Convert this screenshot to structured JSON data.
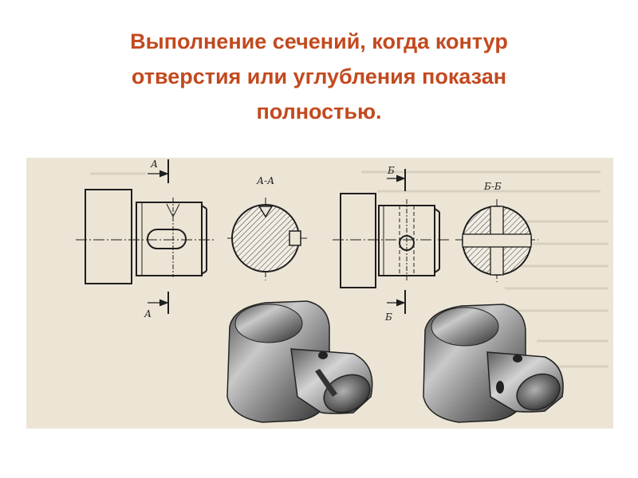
{
  "title": {
    "line1": "Выполнение сечений, когда контур",
    "line2": "отверстия или углубления показан",
    "line3": "полностью."
  },
  "figure": {
    "left_group": {
      "section_mark_top": "А",
      "section_mark_bottom": "А",
      "section_title": "А-А"
    },
    "right_group": {
      "section_mark_top": "Б",
      "section_mark_bottom": "Б",
      "section_title": "Б-Б"
    }
  },
  "colors": {
    "title": "#c24a1f",
    "paper": "#ece5d6",
    "ink": "#1e1e1e"
  }
}
